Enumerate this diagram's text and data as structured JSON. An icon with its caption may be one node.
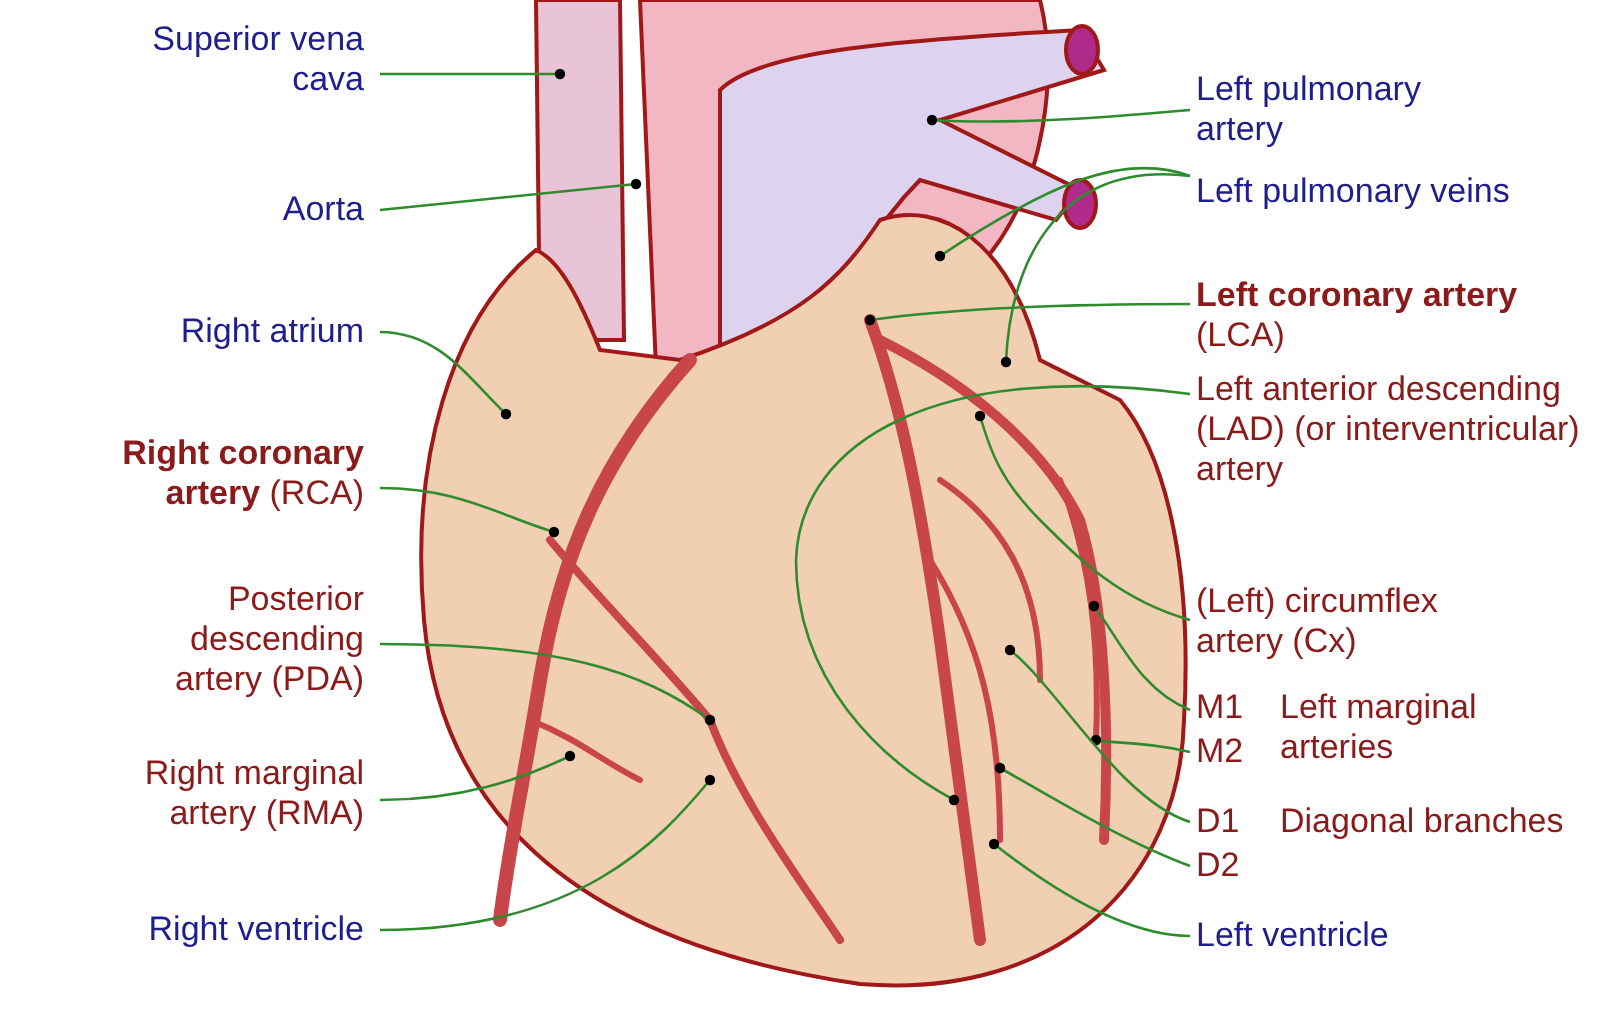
{
  "diagram": {
    "nodes": [
      {
        "text": [
          "Superior vena cava"
        ]
      },
      {
        "text": [
          "Aorta"
        ]
      },
      {
        "text": [
          "Right atrium"
        ]
      },
      {
        "text": [
          "**Right coronary artery** (RCA)"
        ]
      },
      {
        "text": [
          "Posterior descending artery (PDA)"
        ]
      },
      {
        "text": [
          "Right marginal artery (RMA)"
        ]
      },
      {
        "text": [
          "Right ventricle"
        ]
      },
      {
        "text": [
          "Left pulmonary artery"
        ]
      },
      {
        "text": [
          "Left pulmonary veins"
        ]
      },
      {
        "text": [
          "**Left coronary artery** (LCA)"
        ]
      },
      {
        "text": [
          "Left anterior descending (LAD) (or interventricular) artery"
        ]
      },
      {
        "text": [
          "(Left) circumflex artery (Cx)"
        ]
      },
      {
        "text": [
          "M1"
        ]
      },
      {
        "text": [
          "M2"
        ]
      },
      {
        "text": [
          "D1"
        ]
      },
      {
        "text": [
          "D2"
        ]
      },
      {
        "text": [
          "Left ventricle"
        ]
      }
    ],
    "edges": [
      {
        "from": 0,
        "to": null,
        "arrow": "other"
      },
      {
        "from": 1,
        "to": null,
        "arrow": "other"
      },
      {
        "from": 2,
        "to": null,
        "arrow": "other"
      },
      {
        "from": 3,
        "to": null,
        "arrow": "other"
      },
      {
        "from": 4,
        "to": null,
        "arrow": "other"
      },
      {
        "from": 5,
        "to": null,
        "arrow": "other"
      },
      {
        "from": 6,
        "to": null,
        "arrow": "other"
      },
      {
        "from": 7,
        "to": null,
        "arrow": "other"
      },
      {
        "from": 8,
        "to": null,
        "arrow": "other"
      },
      {
        "from": 8,
        "to": null,
        "arrow": "other"
      },
      {
        "from": 9,
        "to": null,
        "arrow": "other"
      },
      {
        "from": 10,
        "to": null,
        "arrow": "other"
      },
      {
        "from": 11,
        "to": null,
        "arrow": "other"
      },
      {
        "from": 12,
        "to": null,
        "arrow": "other"
      },
      {
        "from": 13,
        "to": null,
        "arrow": "other"
      },
      {
        "from": 14,
        "to": null,
        "arrow": "other"
      },
      {
        "from": 15,
        "to": null,
        "arrow": "other"
      },
      {
        "from": 16,
        "to": null,
        "arrow": "other"
      }
    ],
    "labels": [
      "Left marginal arteries",
      "Diagonal branches"
    ]
  }
}
